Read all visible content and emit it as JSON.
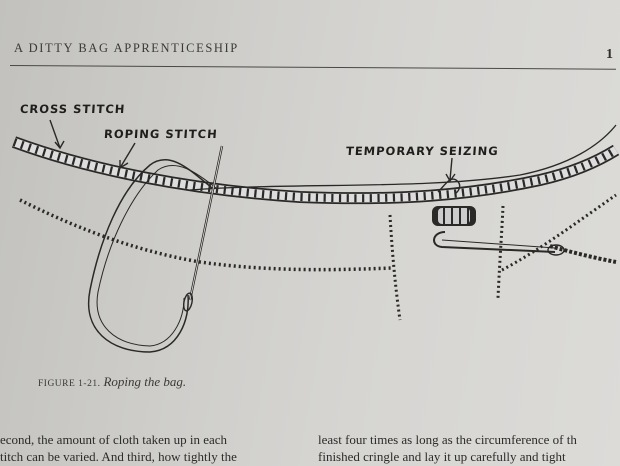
{
  "running_head": "A DITTY BAG APPRENTICESHIP",
  "page_number": "1",
  "labels": {
    "cross_stitch": "CROSS STITCH",
    "roping_stitch": "ROPING STITCH",
    "temporary_seizing": "TEMPORARY SEIZING"
  },
  "caption": {
    "figure": "FIGURE 1-21.",
    "title": "Roping the bag."
  },
  "body_left": [
    "econd, the amount of cloth taken up in each",
    "titch can be varied. And third, how tightly the"
  ],
  "body_right": [
    "least four times as long as the circumference of th",
    "finished cringle and lay it up carefully and tight"
  ],
  "colors": {
    "paper": "#d4d3d0",
    "ink": "#2a2927"
  }
}
